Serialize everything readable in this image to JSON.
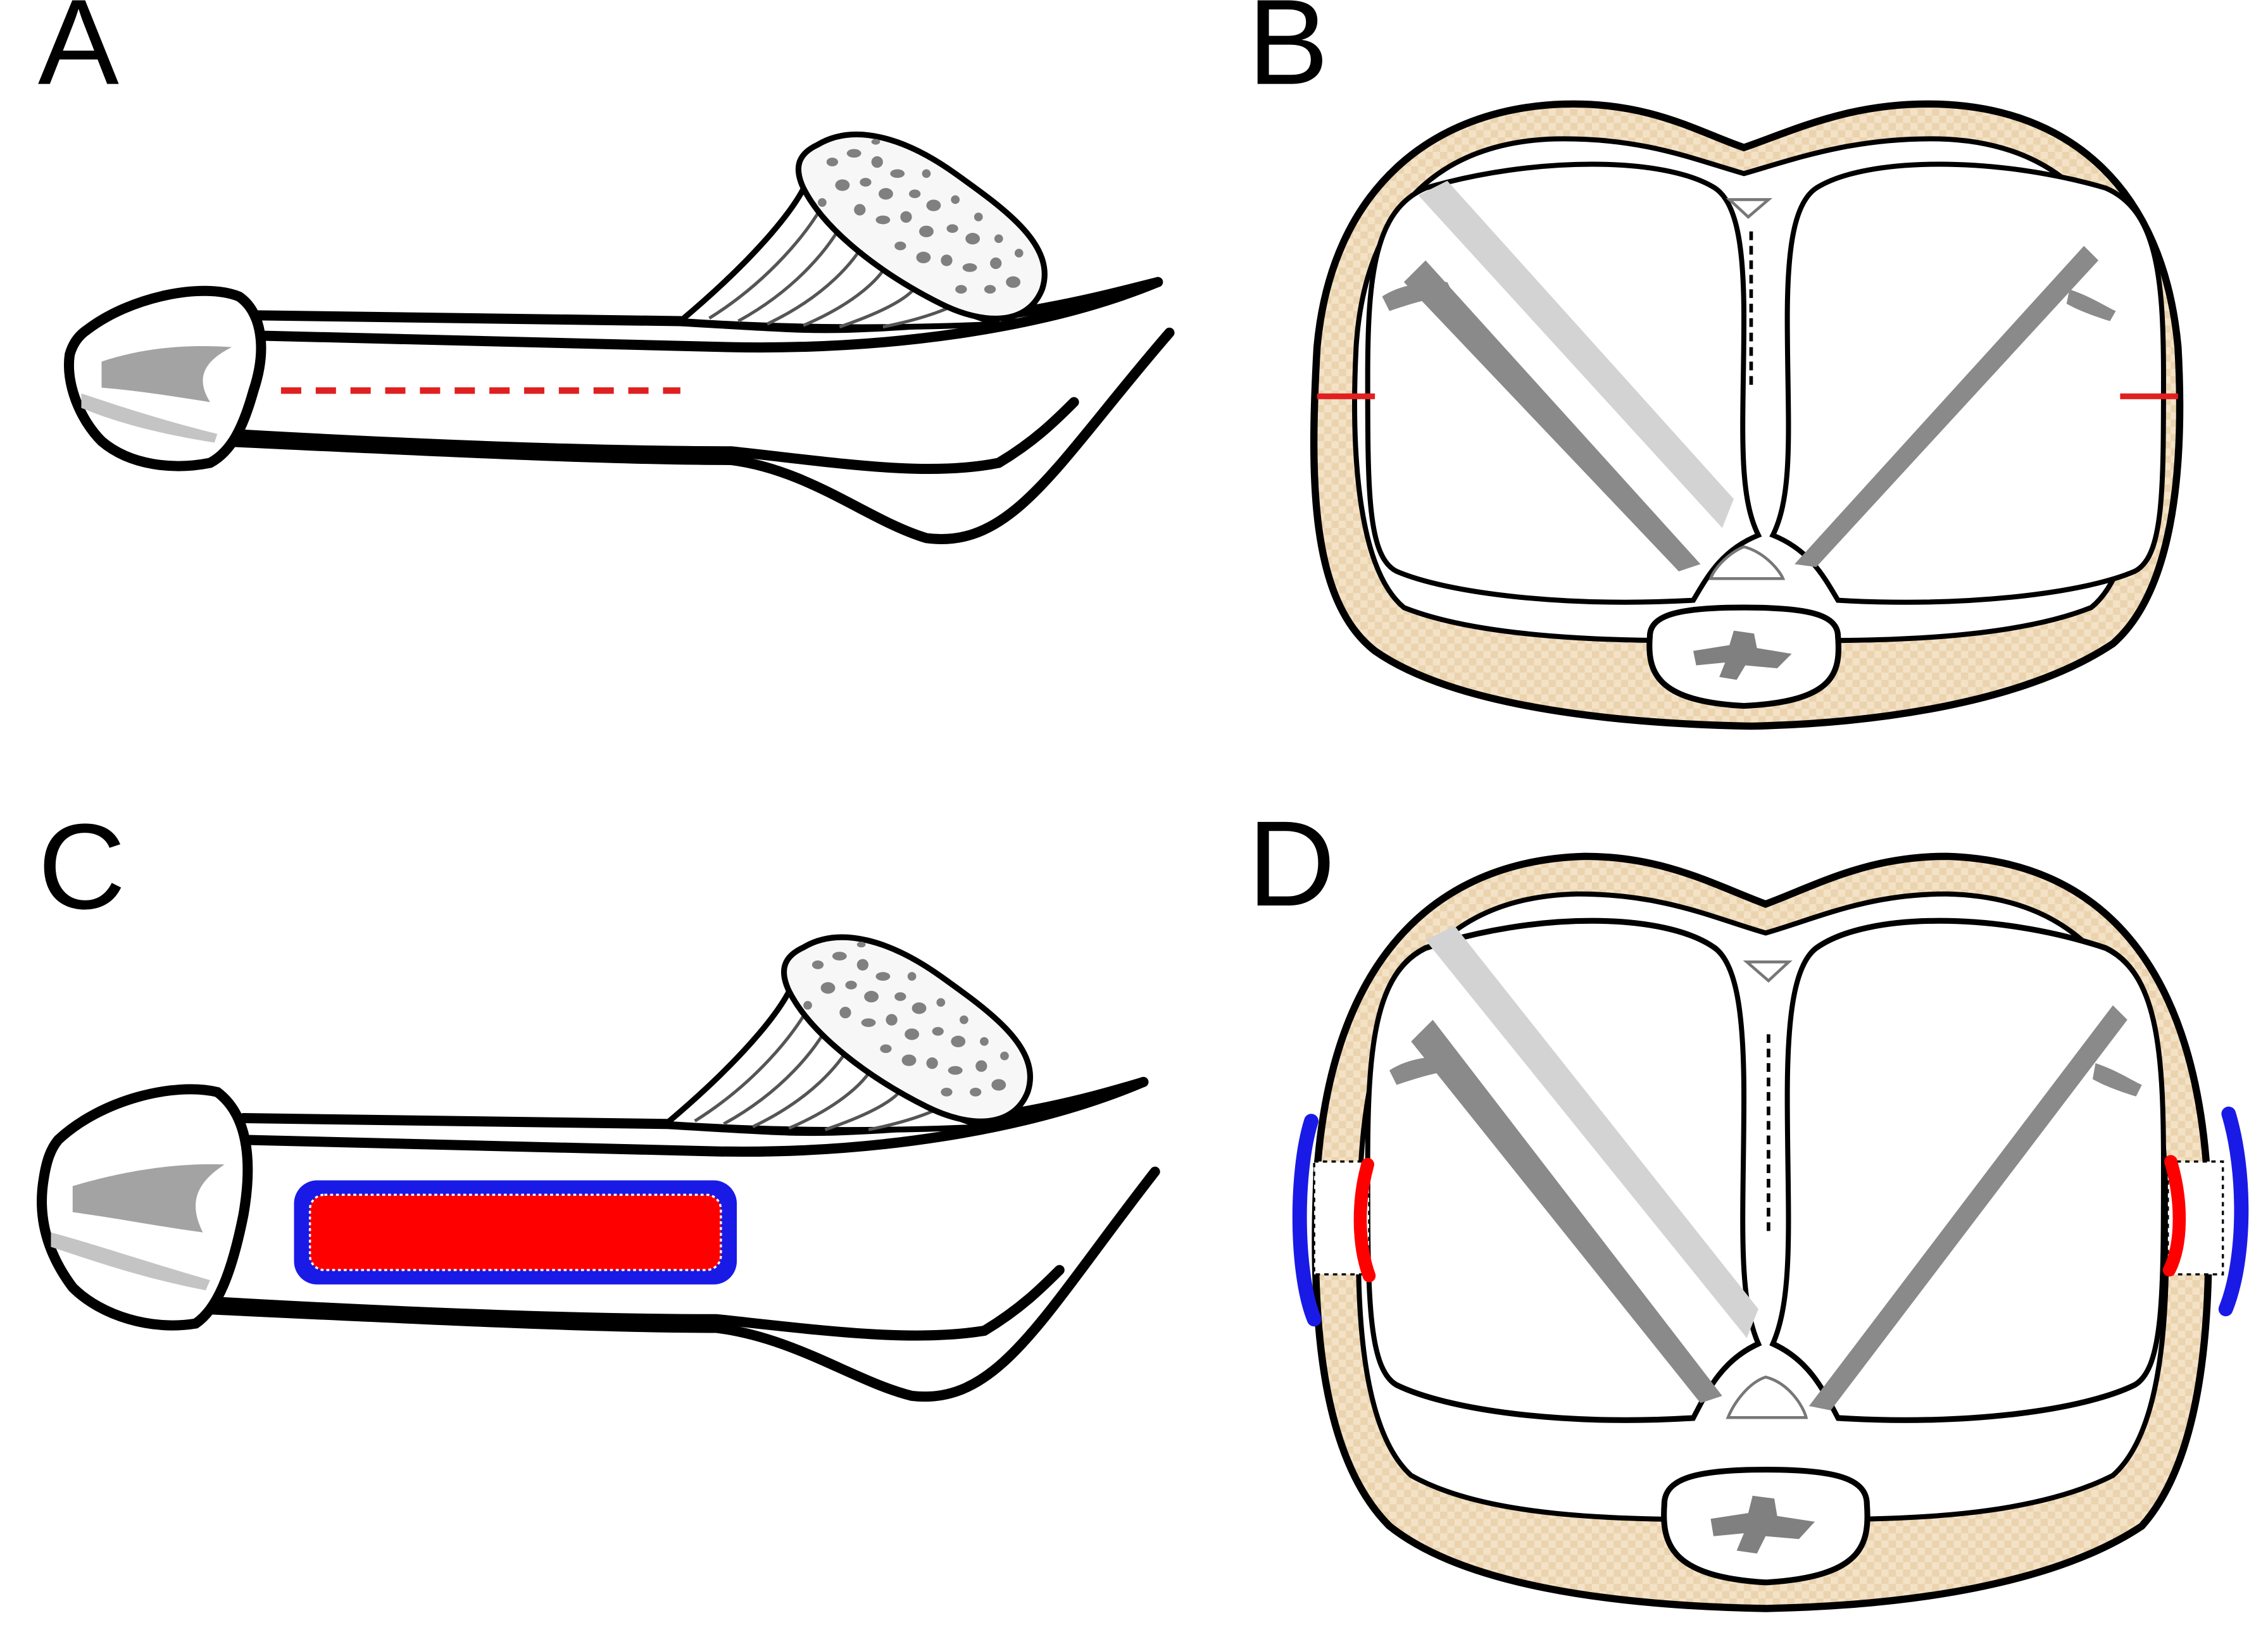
{
  "panels": [
    {
      "label": "A"
    },
    {
      "label": "B"
    },
    {
      "label": "C"
    },
    {
      "label": "D"
    }
  ],
  "colors": {
    "skin": "#f1dcbd",
    "shading": "#8a8a8a",
    "shading_light": "#c9c9c9",
    "incision": "#e02020",
    "implant_inner": "#ff0000",
    "implant_outer": "#1a1ae6",
    "outline": "#000000"
  }
}
